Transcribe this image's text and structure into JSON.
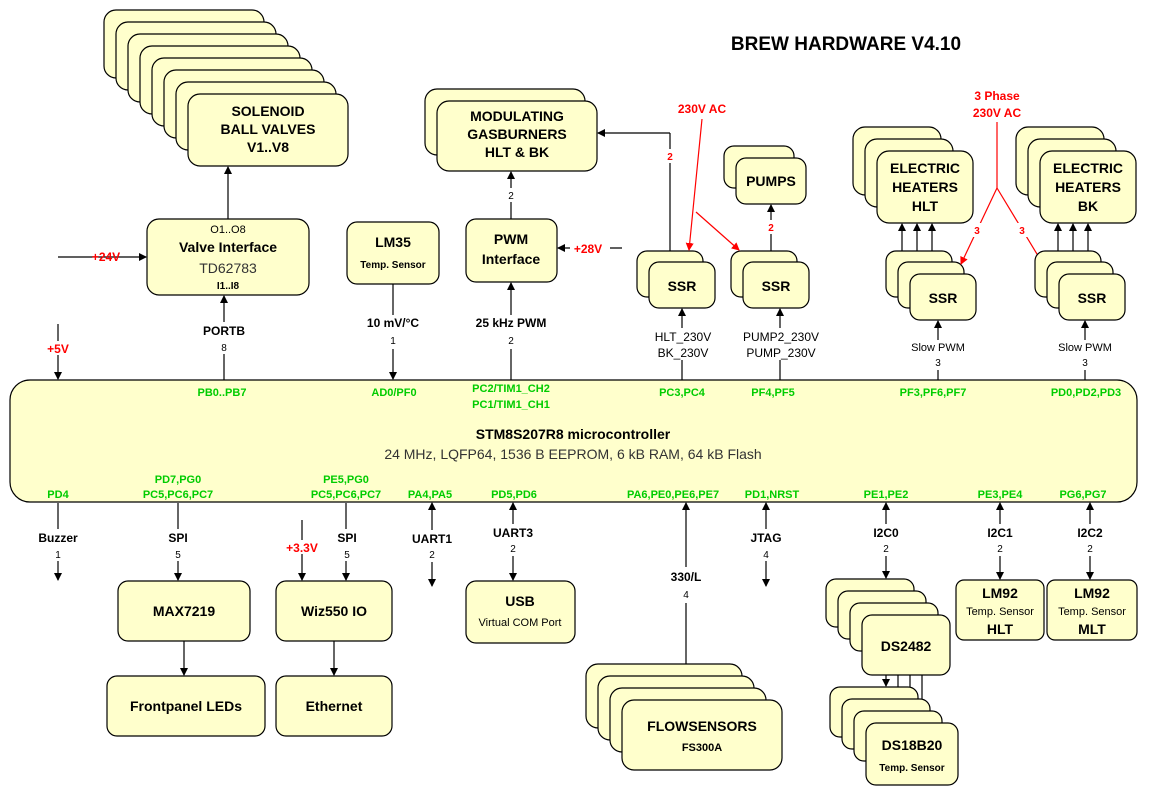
{
  "title": "BREW HARDWARE V4.10",
  "mcu": {
    "name": "STM8S207R8 microcontroller",
    "specs": "24 MHz, LQFP64, 1536 B EEPROM, 6 kB RAM, 64 kB Flash",
    "pins_top": {
      "portb": "PB0..PB7",
      "adc": "AD0/PF0",
      "tim_a": "PC2/TIM1_CH2",
      "tim_b": "PC1/TIM1_CH1",
      "gas": "PC3,PC4",
      "pump": "PF4,PF5",
      "hlt": "PF3,PF6,PF7",
      "bk": "PD0,PD2,PD3"
    },
    "pins_bottom": {
      "buzzer": "PD4",
      "max_a": "PD7,PG0",
      "max_b": "PC5,PC6,PC7",
      "wiz_a": "PE5,PG0",
      "wiz_b": "PC5,PC6,PC7",
      "uart1": "PA4,PA5",
      "uart3": "PD5,PD6",
      "flow": "PA6,PE0,PE6,PE7",
      "jtag": "PD1,NRST",
      "i2c0": "PE1,PE2",
      "i2c1": "PE3,PE4",
      "i2c2": "PG6,PG7"
    }
  },
  "blocks": {
    "solenoid": [
      "SOLENOID",
      "BALL VALVES",
      "V1..V8"
    ],
    "valve_if": {
      "top": "O1..O8",
      "name": "Valve Interface",
      "chip": "TD62783",
      "bottom": "I1..I8"
    },
    "lm35": {
      "name": "LM35",
      "sub": "Temp. Sensor"
    },
    "pwm_if": [
      "PWM",
      "Interface"
    ],
    "gasburners": [
      "MODULATING",
      "GASBURNERS",
      "HLT & BK"
    ],
    "pumps": "PUMPS",
    "ssr": "SSR",
    "heaters_hlt": [
      "ELECTRIC",
      "HEATERS",
      "HLT"
    ],
    "heaters_bk": [
      "ELECTRIC",
      "HEATERS",
      "BK"
    ],
    "max7219": "MAX7219",
    "frontpanel": "Frontpanel LEDs",
    "wiz": "Wiz550 IO",
    "ethernet": "Ethernet",
    "usb": {
      "name": "USB",
      "sub": "Virtual COM Port"
    },
    "flowsensors": {
      "name": "FLOWSENSORS",
      "sub": "FS300A"
    },
    "ds2482": "DS2482",
    "ds18b20": {
      "name": "DS18B20",
      "sub": "Temp. Sensor"
    },
    "lm92_hlt": {
      "name": "LM92",
      "sub": "Temp. Sensor",
      "loc": "HLT"
    },
    "lm92_mlt": {
      "name": "LM92",
      "sub": "Temp. Sensor",
      "loc": "MLT"
    }
  },
  "labels": {
    "v24": "+24V",
    "v5": "+5V",
    "v28": "+28V",
    "v33": "+3.3V",
    "ac230": "230V AC",
    "ac3_a": "3 Phase",
    "ac3_b": "230V AC",
    "portb": "PORTB",
    "lm35_sig": "10 mV/°C",
    "pwm_sig": "25 kHz PWM",
    "hlt230": "HLT_230V",
    "bk230": "BK_230V",
    "pump2": "PUMP2_230V",
    "pump": "PUMP_230V",
    "slowpwm": "Slow PWM",
    "buzzer": "Buzzer",
    "spi": "SPI",
    "uart1": "UART1",
    "uart3": "UART3",
    "flow_sig": "330/L",
    "jtag": "JTAG",
    "i2c0": "I2C0",
    "i2c1": "I2C1",
    "i2c2": "I2C2"
  },
  "counts": {
    "n1": "1",
    "n2": "2",
    "n3": "3",
    "n4": "4",
    "n5": "5",
    "n8": "8"
  }
}
